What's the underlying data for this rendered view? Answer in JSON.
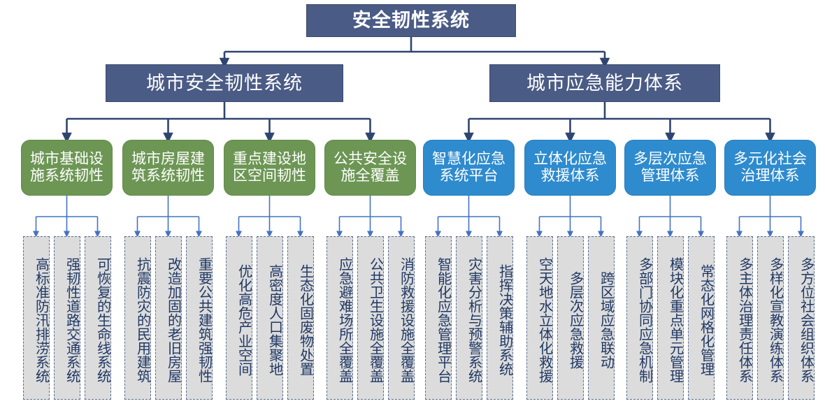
{
  "diagram": {
    "title": "安全韧性系统",
    "type": "organizational-hierarchy",
    "colors": {
      "root": "#4A5B85",
      "level2": "#4A5B85",
      "green": "#6D9655",
      "blue": "#2E8BCE",
      "leaf_fill": "#DCDCDC",
      "leaf_text": "#1F3864",
      "connector_dark": "#2F4570",
      "connector_light": "#4472C4"
    },
    "root": {
      "label": "安全韧性系统"
    },
    "level2": [
      {
        "id": "l2-urban-safety",
        "label": "城市安全韧性系统"
      },
      {
        "id": "l2-emergency-capacity",
        "label": "城市应急能力体系"
      }
    ],
    "level3": [
      {
        "id": "l3-infrastructure",
        "label": "城市基础设施系统韧性",
        "color": "green",
        "parent": "l2-urban-safety",
        "children": [
          {
            "id": "leaf-1-1",
            "label": "高标准防汛排涝系统"
          },
          {
            "id": "leaf-1-2",
            "label": "强韧性道路交通系统"
          },
          {
            "id": "leaf-1-3",
            "label": "可恢复的生命线系统"
          }
        ]
      },
      {
        "id": "l3-buildings",
        "label": "城市房屋建筑系统韧性",
        "color": "green",
        "parent": "l2-urban-safety",
        "children": [
          {
            "id": "leaf-2-1",
            "label": "抗震防灾的民用建筑"
          },
          {
            "id": "leaf-2-2",
            "label": "改造加固的老旧房屋"
          },
          {
            "id": "leaf-2-3",
            "label": "重要公共建筑强韧性"
          }
        ]
      },
      {
        "id": "l3-key-areas",
        "label": "重点建设地区空间韧性",
        "color": "green",
        "parent": "l2-urban-safety",
        "children": [
          {
            "id": "leaf-3-1",
            "label": "优化高危产业空间"
          },
          {
            "id": "leaf-3-2",
            "label": "高密度人口集聚地"
          },
          {
            "id": "leaf-3-3",
            "label": "生态化固废物处置"
          }
        ]
      },
      {
        "id": "l3-public-safety",
        "label": "公共安全设施全覆盖",
        "color": "green",
        "parent": "l2-urban-safety",
        "children": [
          {
            "id": "leaf-4-1",
            "label": "应急避难场所全覆盖"
          },
          {
            "id": "leaf-4-2",
            "label": "公共卫生设施全覆盖"
          },
          {
            "id": "leaf-4-3",
            "label": "消防救援设施全覆盖"
          }
        ]
      },
      {
        "id": "l3-smart-platform",
        "label": "智慧化应急系统平台",
        "color": "blue",
        "parent": "l2-emergency-capacity",
        "children": [
          {
            "id": "leaf-5-1",
            "label": "智能化应急管理平台"
          },
          {
            "id": "leaf-5-2",
            "label": "灾害分析与预警系统"
          },
          {
            "id": "leaf-5-3",
            "label": "指挥决策辅助系统"
          }
        ]
      },
      {
        "id": "l3-rescue-system",
        "label": "立体化应急救援体系",
        "color": "blue",
        "parent": "l2-emergency-capacity",
        "children": [
          {
            "id": "leaf-6-1",
            "label": "空天地水立体化救援"
          },
          {
            "id": "leaf-6-2",
            "label": "多层次应急救援"
          },
          {
            "id": "leaf-6-3",
            "label": "跨区域应急联动"
          }
        ]
      },
      {
        "id": "l3-management",
        "label": "多层次应急管理体系",
        "color": "blue",
        "parent": "l2-emergency-capacity",
        "children": [
          {
            "id": "leaf-7-1",
            "label": "多部门协同应急机制"
          },
          {
            "id": "leaf-7-2",
            "label": "模块化重点单元管理"
          },
          {
            "id": "leaf-7-3",
            "label": "常态化网格化管理"
          }
        ]
      },
      {
        "id": "l3-governance",
        "label": "多元化社会治理体系",
        "color": "blue",
        "parent": "l2-emergency-capacity",
        "children": [
          {
            "id": "leaf-8-1",
            "label": "多主体治理责任体系"
          },
          {
            "id": "leaf-8-2",
            "label": "多样化宣教演练体系"
          },
          {
            "id": "leaf-8-3",
            "label": "多方位社会组织体系"
          }
        ]
      }
    ]
  }
}
